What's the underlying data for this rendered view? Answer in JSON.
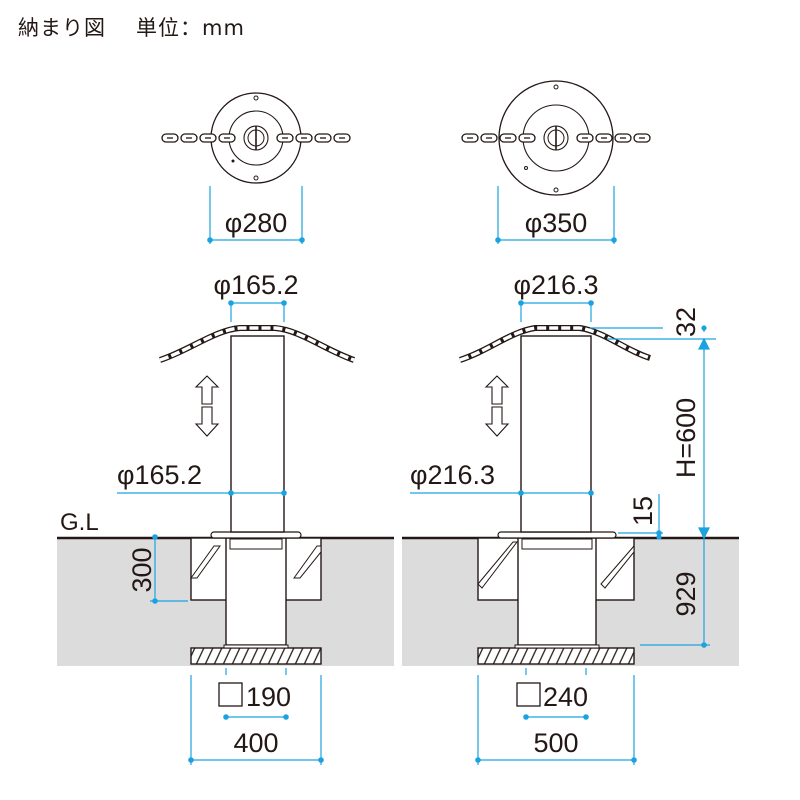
{
  "title": {
    "label": "納まり図",
    "unit": "単位：mm"
  },
  "colors": {
    "line": "#231815",
    "dimension": "#1aa3e0",
    "ground": "#dcdcdd"
  },
  "ground_label": "G.L",
  "left": {
    "flange_dia": "φ280",
    "post_dia_top": "φ165.2",
    "post_dia_mid": "φ165.2",
    "depth_sleeve": "300",
    "base_square": "190",
    "base_width": "400"
  },
  "right": {
    "flange_dia": "φ350",
    "post_dia_top": "φ216.3",
    "post_dia_mid": "φ216.3",
    "chain_sag": "32",
    "height": "H=600",
    "flange_thickness": "15",
    "depth_total": "929",
    "base_square": "240",
    "base_width": "500"
  }
}
